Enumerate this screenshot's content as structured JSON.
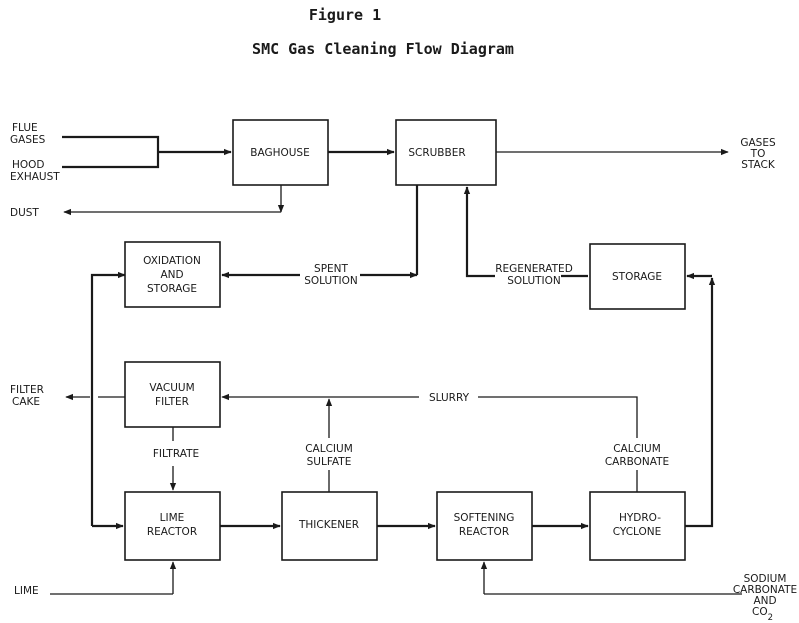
{
  "figure_label": "Figure 1",
  "title": "SMC Gas Cleaning Flow Diagram",
  "boxes": {
    "baghouse": "BAGHOUSE",
    "scrubber": "SCRUBBER",
    "oxidation_line1": "OXIDATION",
    "oxidation_line2": "AND",
    "oxidation_line3": "STORAGE",
    "storage": "STORAGE",
    "vacuum_line1": "VACUUM",
    "vacuum_line2": "FILTER",
    "lime_line1": "LIME",
    "lime_line2": "REACTOR",
    "thickener": "THICKENER",
    "softening_line1": "SOFTENING",
    "softening_line2": "REACTOR",
    "hydro_line1": "HYDRO-",
    "hydro_line2": "CYCLONE"
  },
  "labels": {
    "flue1": "FLUE",
    "flue2": "GASES",
    "hood1": "HOOD",
    "hood2": "EXHAUST",
    "dust": "DUST",
    "gases1": "GASES",
    "gases2": "TO",
    "gases3": "STACK",
    "spent1": "SPENT",
    "spent2": "SOLUTION",
    "regen1": "REGENERATED",
    "regen2": "SOLUTION",
    "filtercake1": "FILTER",
    "filtercake2": "CAKE",
    "slurry": "SLURRY",
    "filtrate": "FILTRATE",
    "cas1": "CALCIUM",
    "cas2": "SULFATE",
    "cac1": "CALCIUM",
    "cac2": "CARBONATE",
    "lime": "LIME",
    "sodium1": "SODIUM",
    "sodium2": "CARBONATE",
    "sodium3": "AND",
    "co2": "CO",
    "co2_sub": "2"
  }
}
